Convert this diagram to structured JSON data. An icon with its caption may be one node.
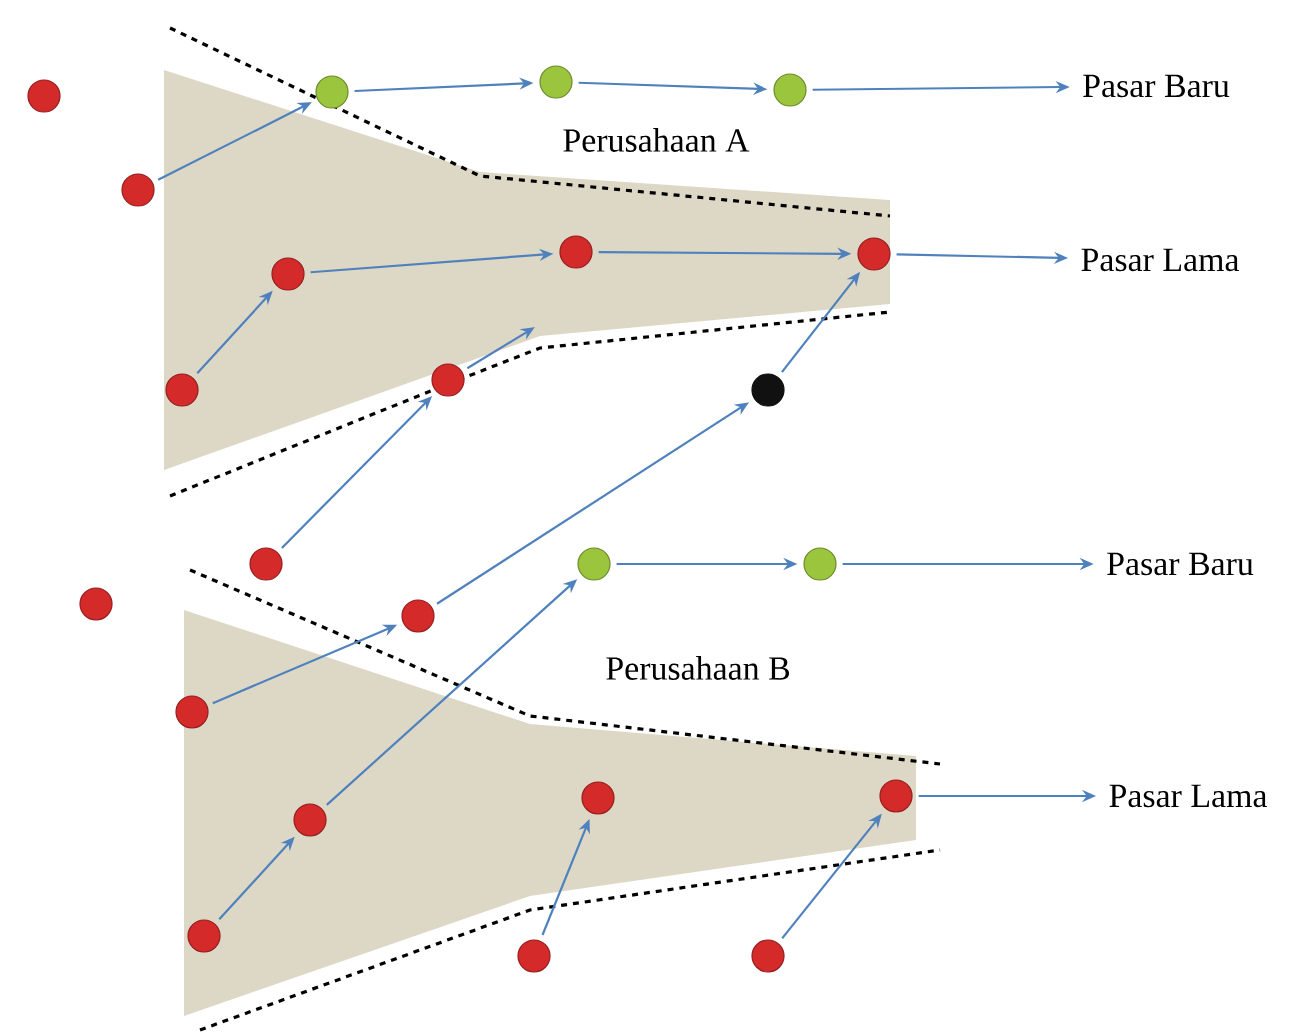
{
  "diagram": {
    "nodes": [
      {
        "text": [
          "Pasar Baru"
        ]
      },
      {
        "text": [
          "Perusahaan A"
        ]
      },
      {
        "text": [
          "Pasar Lama"
        ]
      },
      {
        "text": [
          "Pasar Baru"
        ]
      },
      {
        "text": [
          "Perusahaan B"
        ]
      },
      {
        "text": [
          "Pasar Lama"
        ]
      },
      {
        "text": [],
        "shape": "circle"
      },
      {
        "text": [],
        "shape": "circle"
      },
      {
        "text": [],
        "shape": "circle"
      },
      {
        "text": [],
        "shape": "circle"
      },
      {
        "text": [],
        "shape": "circle"
      },
      {
        "text": [],
        "shape": "circle"
      },
      {
        "text": [],
        "shape": "circle"
      },
      {
        "text": [],
        "shape": "circle"
      },
      {
        "text": [],
        "shape": "circle"
      },
      {
        "text": [],
        "shape": "circle"
      },
      {
        "text": [],
        "shape": "circle"
      },
      {
        "text": [],
        "shape": "circle"
      },
      {
        "text": [],
        "shape": "circle"
      },
      {
        "text": [],
        "shape": "circle"
      },
      {
        "text": [],
        "shape": "circle"
      },
      {
        "text": [],
        "shape": "circle"
      },
      {
        "text": [],
        "shape": "circle"
      },
      {
        "text": [],
        "shape": "circle"
      },
      {
        "text": [],
        "shape": "circle"
      },
      {
        "text": [],
        "shape": "circle"
      },
      {
        "text": [],
        "shape": "circle"
      },
      {
        "text": [],
        "shape": "circle"
      },
      {
        "text": [],
        "shape": "circle"
      }
    ],
    "edges": [
      {
        "from": 7,
        "to": 8,
        "arrow": "to"
      },
      {
        "from": 8,
        "to": 9,
        "arrow": "to"
      },
      {
        "from": 9,
        "to": 10,
        "arrow": "to"
      },
      {
        "from": 10,
        "to": 0,
        "arrow": "to"
      },
      {
        "from": 12,
        "to": 11,
        "arrow": "to"
      },
      {
        "from": 11,
        "to": 13,
        "arrow": "to"
      },
      {
        "from": 13,
        "to": 14,
        "arrow": "to"
      },
      {
        "from": 14,
        "to": 2,
        "arrow": "to"
      },
      {
        "from": 15,
        "to": null,
        "arrow": "to"
      },
      {
        "from": 17,
        "to": 15,
        "arrow": "to"
      },
      {
        "from": 18,
        "to": 16,
        "arrow": "to"
      },
      {
        "from": 16,
        "to": 14,
        "arrow": "to"
      },
      {
        "from": 22,
        "to": 18,
        "arrow": "to"
      },
      {
        "from": 26,
        "to": 23,
        "arrow": "to"
      },
      {
        "from": 23,
        "to": 19,
        "arrow": "to"
      },
      {
        "from": 19,
        "to": 20,
        "arrow": "to"
      },
      {
        "from": 20,
        "to": 3,
        "arrow": "to"
      },
      {
        "from": 25,
        "to": 5,
        "arrow": "to"
      },
      {
        "from": 27,
        "to": 24,
        "arrow": "to"
      },
      {
        "from": 28,
        "to": 25,
        "arrow": "to"
      }
    ]
  }
}
